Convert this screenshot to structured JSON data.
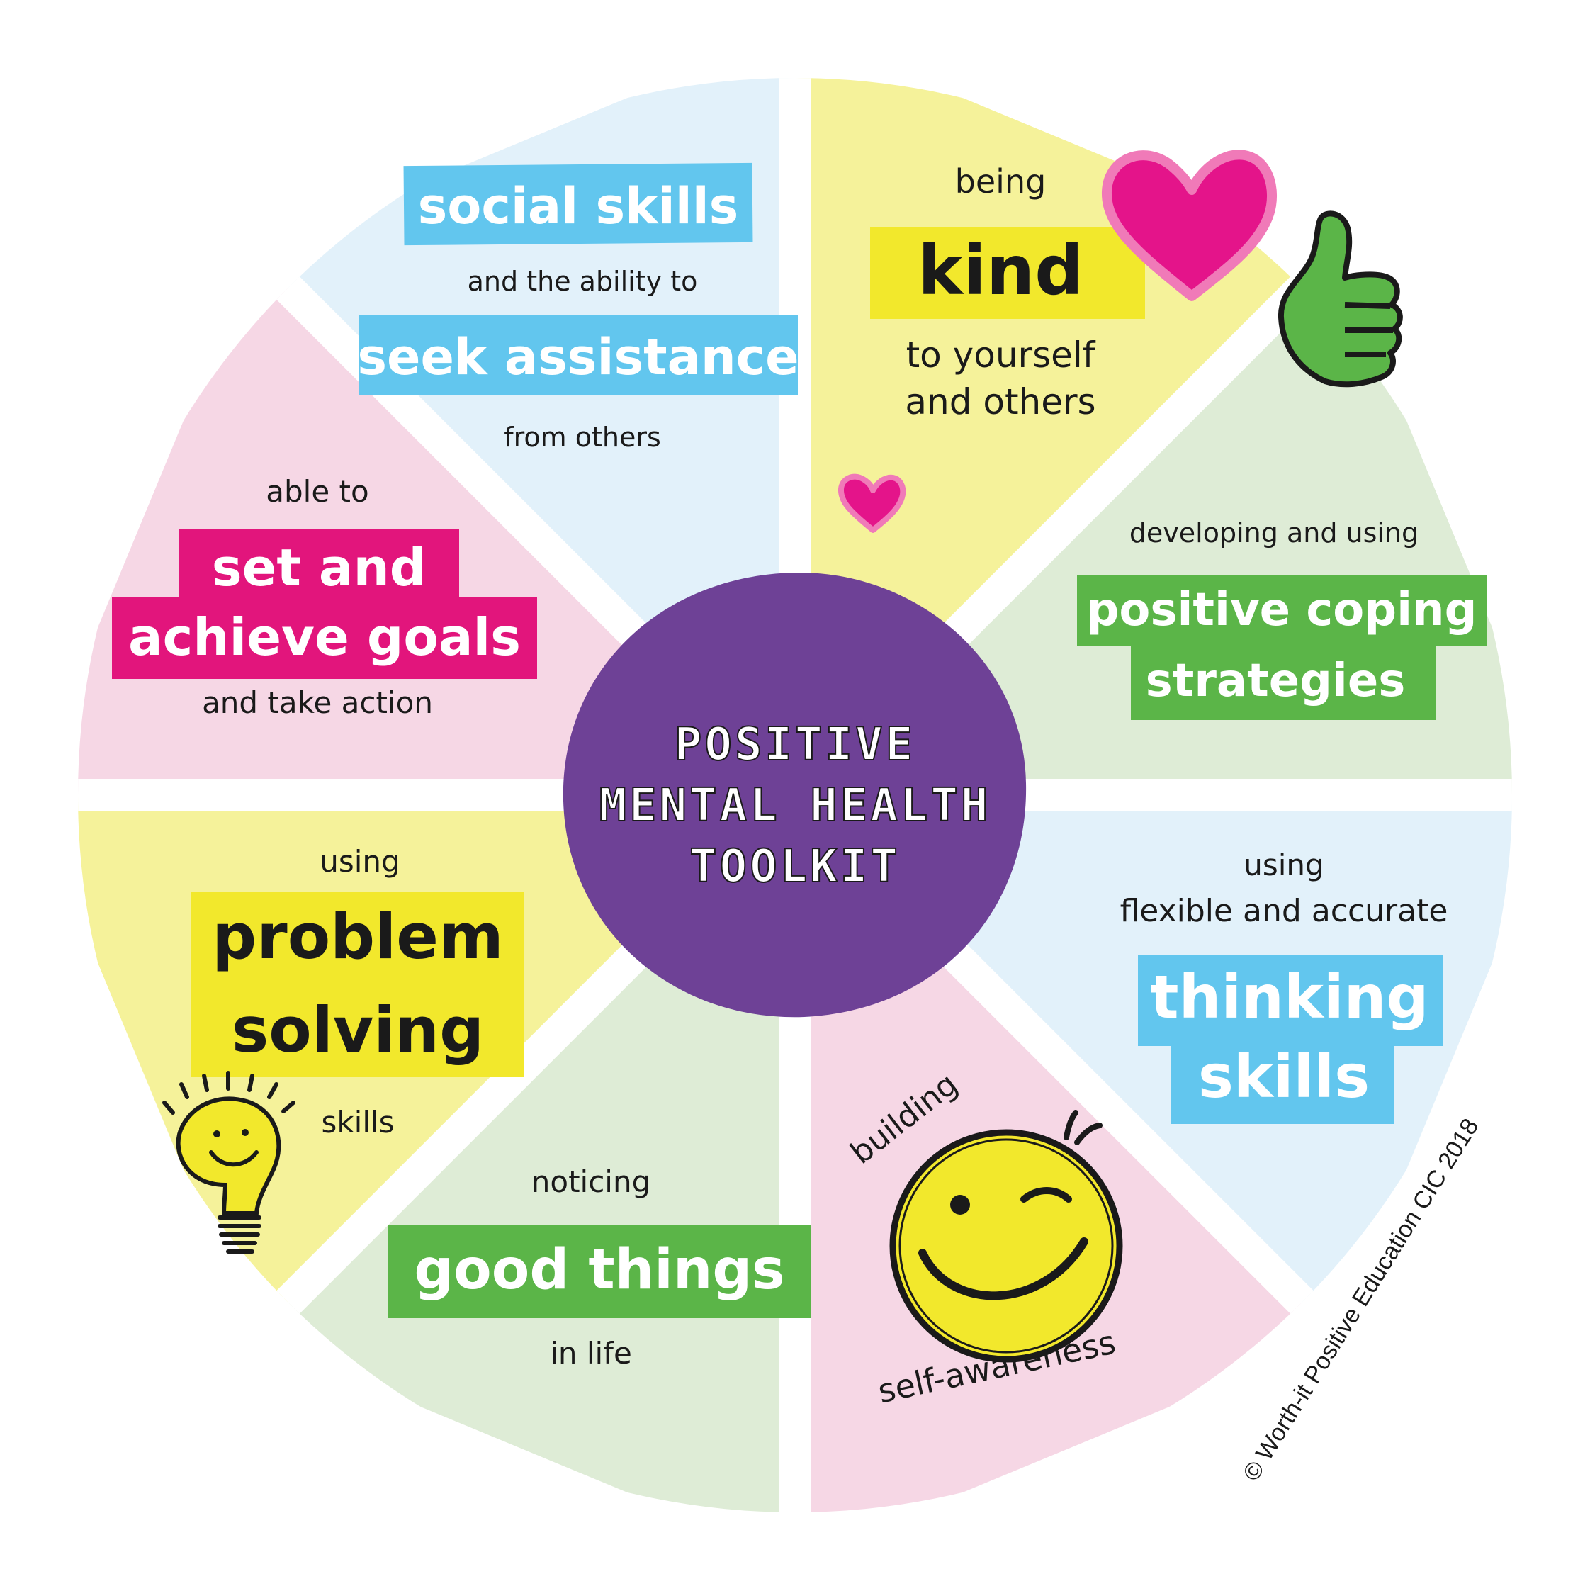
{
  "colors": {
    "light_blue": "#e2f1fa",
    "light_yellow": "#f5f29a",
    "light_green": "#deecd6",
    "light_pink": "#f6d7e5",
    "blue_label": "#62c6ee",
    "yellow_label": "#f2e82c",
    "green_label": "#5bb548",
    "magenta_label": "#e2157c",
    "center_purple": "#6e4196",
    "heart": "#e4148a",
    "heart_outline": "#f07ab8"
  },
  "center": {
    "line1": "POSITIVE",
    "line2": "MENTAL HEALTH",
    "line3": "TOOLKIT"
  },
  "segments": {
    "social": {
      "label1": "social skills",
      "connector": "and the ability to",
      "label2": "seek assistance",
      "footer": "from others"
    },
    "kind": {
      "prefix": "being",
      "label": "kind",
      "suffix1": "to yourself",
      "suffix2": "and others",
      "icon": "heart-icon"
    },
    "coping": {
      "prefix": "developing and using",
      "label1": "positive coping",
      "label2": "strategies",
      "icon": "thumbs-up-icon"
    },
    "thinking": {
      "prefix1": "using",
      "prefix2": "flexible and accurate",
      "label1": "thinking",
      "label2": "skills"
    },
    "self_awareness": {
      "top": "building",
      "bottom": "self-awareness",
      "icon": "winking-face-icon"
    },
    "good_things": {
      "prefix": "noticing",
      "label": "good things",
      "suffix": "in life"
    },
    "problem": {
      "prefix": "using",
      "label1": "problem",
      "label2": "solving",
      "suffix": "skills",
      "icon": "lightbulb-icon"
    },
    "goals": {
      "prefix": "able to",
      "label1": "set and",
      "label2": "achieve goals",
      "suffix": "and take action"
    }
  },
  "copyright": "© Worth-it Positive Education CIC 2018"
}
